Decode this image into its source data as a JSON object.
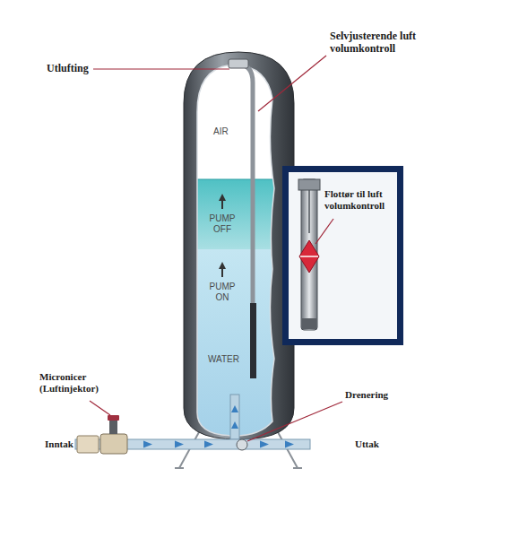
{
  "diagram": {
    "labels": [
      "Utlufting",
      "Selvjusterende luft volumkontroll",
      "AIR",
      "PUMP OFF",
      "PUMP ON",
      "WATER",
      "Flottør til luft volumkontroll",
      "Micronicer (Luftinjektor)",
      "Drenering",
      "Inntak",
      "Uttak"
    ]
  }
}
